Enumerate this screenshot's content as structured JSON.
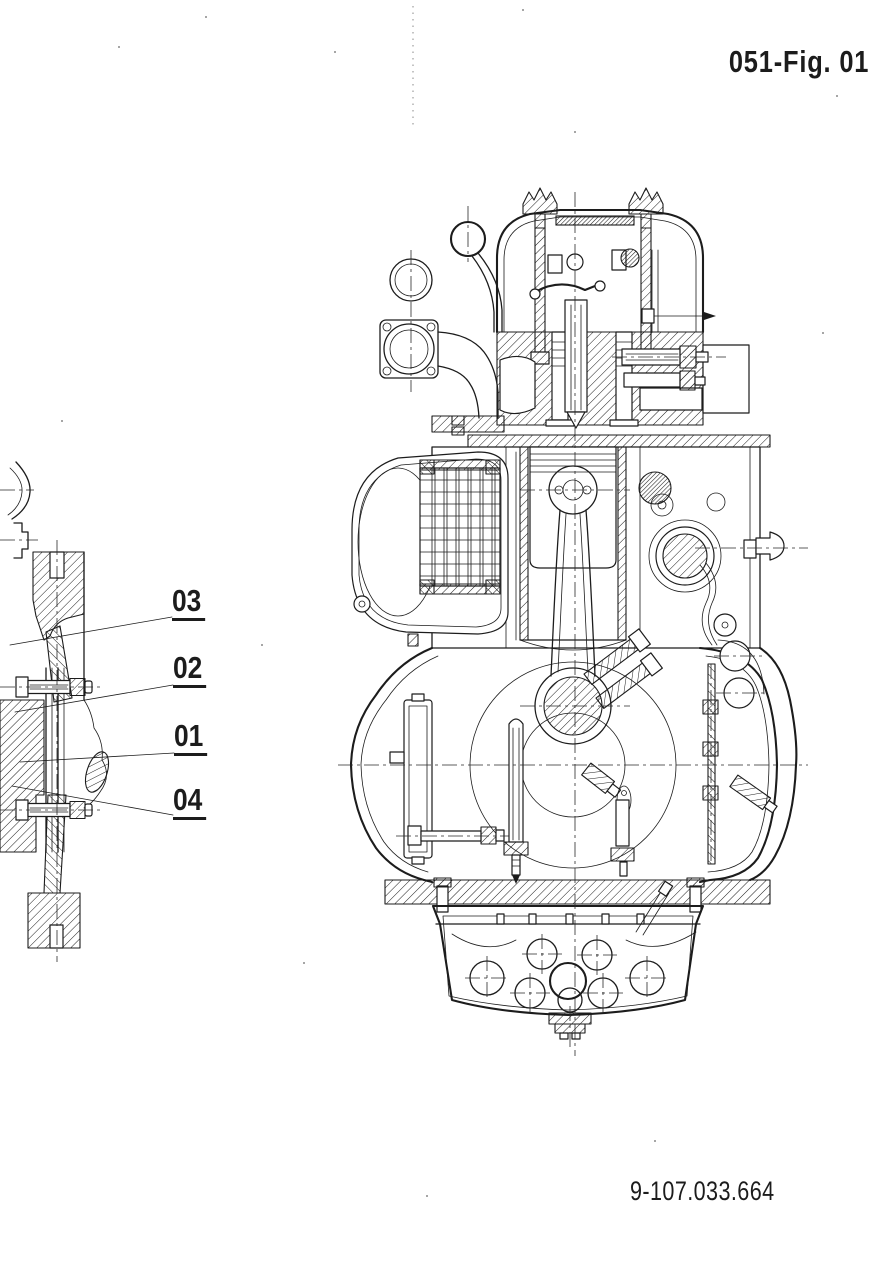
{
  "page": {
    "figure_label": "051-Fig. 01",
    "drawing_number": "9-107.033.664",
    "paper_color": "#ffffff",
    "ink_color": "#1c1c1c"
  },
  "figure": {
    "type": "technical-drawing",
    "main_view": "engine transverse cross-section",
    "detail_view": "flywheel and coupling bolts cross-section"
  },
  "callouts": [
    {
      "text": "03"
    },
    {
      "text": "02"
    },
    {
      "text": "01"
    },
    {
      "text": "04"
    }
  ]
}
